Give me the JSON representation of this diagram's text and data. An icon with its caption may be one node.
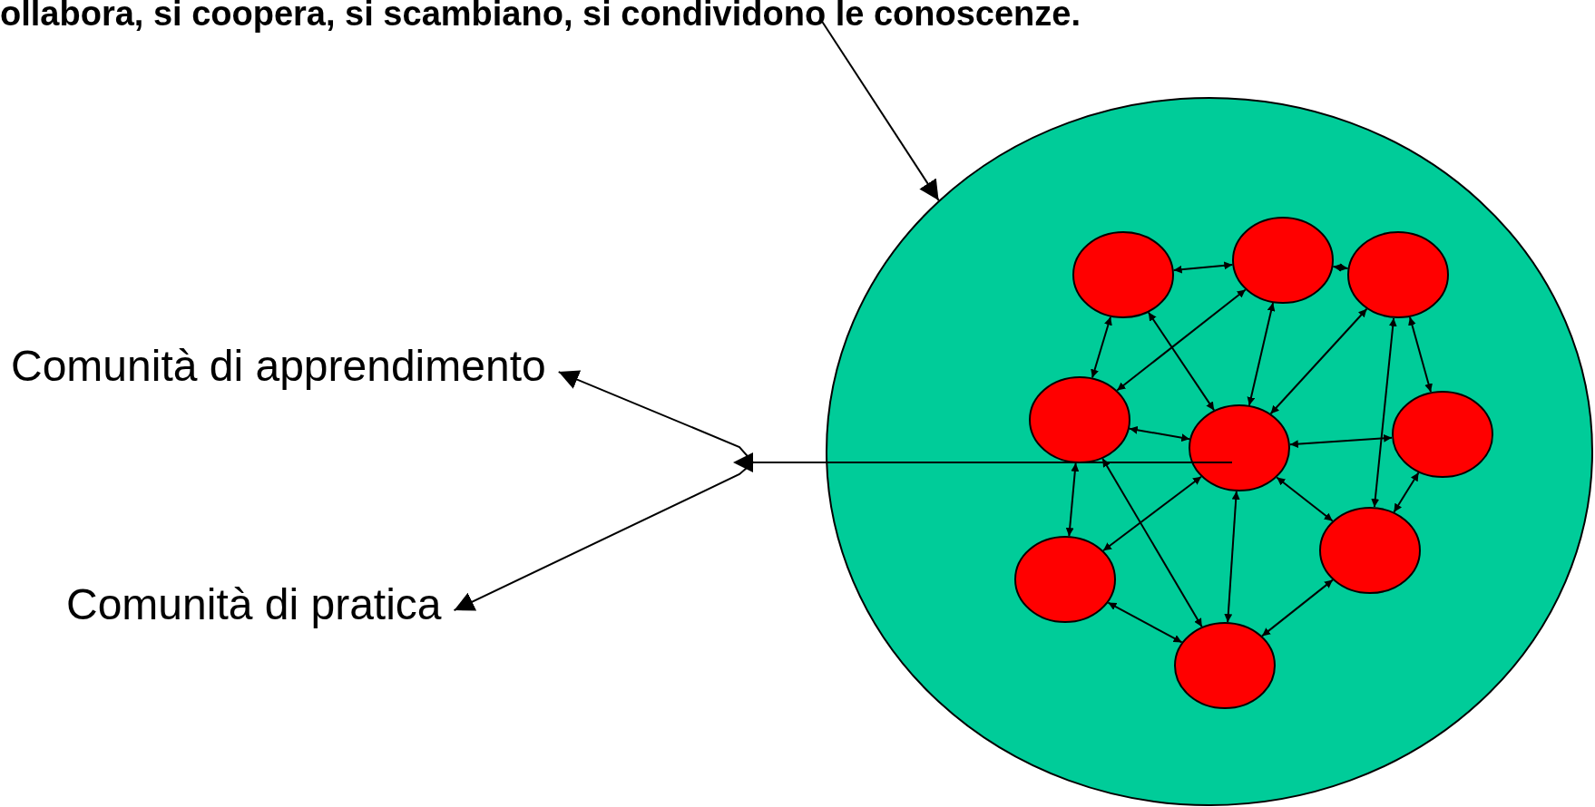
{
  "diagram": {
    "nodes": [
      {
        "text": [
          "ollabora, si coopera, si scambiano, si condividono le conoscenze."
        ]
      },
      {
        "text": [
          "Comunità di apprendimento"
        ]
      },
      {
        "text": [
          "Comunità di pratica"
        ]
      },
      {
        "text": [],
        "shape": "circle"
      },
      {
        "text": [],
        "shape": "circle",
        "in": 3
      },
      {
        "text": [],
        "shape": "circle",
        "in": 3
      },
      {
        "text": [],
        "shape": "circle",
        "in": 3
      },
      {
        "text": [],
        "shape": "circle",
        "in": 3
      },
      {
        "text": [],
        "shape": "circle",
        "in": 3
      },
      {
        "text": [],
        "shape": "circle",
        "in": 3
      },
      {
        "text": [],
        "shape": "circle",
        "in": 3
      },
      {
        "text": [],
        "shape": "circle",
        "in": 3
      },
      {
        "text": [],
        "shape": "circle",
        "in": 3
      }
    ],
    "edges": [
      {
        "from": 0,
        "to": 3,
        "arrow": "to"
      },
      {
        "from": 8,
        "to": 1,
        "arrow": "to"
      },
      {
        "from": 8,
        "to": 2,
        "arrow": "to"
      },
      {
        "from": 4,
        "to": 5,
        "arrow": "both"
      },
      {
        "from": 4,
        "to": 7,
        "arrow": "both"
      },
      {
        "from": 4,
        "to": 8,
        "arrow": "both"
      },
      {
        "from": 5,
        "to": 6,
        "arrow": "both"
      },
      {
        "from": 5,
        "to": 7,
        "arrow": "both"
      },
      {
        "from": 5,
        "to": 8,
        "arrow": "both"
      },
      {
        "from": 6,
        "to": 8,
        "arrow": "both"
      },
      {
        "from": 6,
        "to": 9,
        "arrow": "both"
      },
      {
        "from": 6,
        "to": 11,
        "arrow": "both"
      },
      {
        "from": 7,
        "to": 8,
        "arrow": "both"
      },
      {
        "from": 7,
        "to": 10,
        "arrow": "both"
      },
      {
        "from": 7,
        "to": 12,
        "arrow": "both"
      },
      {
        "from": 8,
        "to": 9,
        "arrow": "both"
      },
      {
        "from": 8,
        "to": 10,
        "arrow": "both"
      },
      {
        "from": 8,
        "to": 11,
        "arrow": "both"
      },
      {
        "from": 8,
        "to": 12,
        "arrow": "both"
      },
      {
        "from": 9,
        "to": 11,
        "arrow": "both"
      },
      {
        "from": 10,
        "to": 12,
        "arrow": "both"
      },
      {
        "from": 11,
        "to": 12,
        "arrow": "both"
      }
    ]
  }
}
